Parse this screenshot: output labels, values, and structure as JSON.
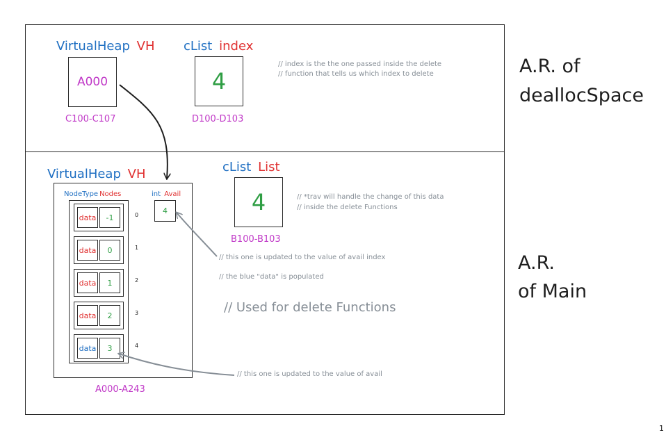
{
  "top": {
    "vh_type": "VirtualHeap",
    "vh_name": "VH",
    "vh_value": "A000",
    "vh_addr": "C100-C107",
    "idx_type": "cList",
    "idx_name": "index",
    "idx_value": "4",
    "idx_addr": "D100-D103",
    "comment_1": "// index is the the one passed inside the delete",
    "comment_2": "// function that tells us which index to delete",
    "ar_line1": "A.R. of",
    "ar_line2": "deallocSpace"
  },
  "main": {
    "vh_type": "VirtualHeap",
    "vh_name": "VH",
    "nodes_type": "NodeType",
    "nodes_name": "Nodes",
    "avail_type": "int",
    "avail_name": "Avail",
    "avail_value": "4",
    "nodes": [
      {
        "data": "data",
        "link": "-1",
        "index": "0",
        "data_color": "#e03131"
      },
      {
        "data": "data",
        "link": "0",
        "index": "1",
        "data_color": "#e03131"
      },
      {
        "data": "data",
        "link": "1",
        "index": "2",
        "data_color": "#e03131"
      },
      {
        "data": "data",
        "link": "2",
        "index": "3",
        "data_color": "#e03131"
      },
      {
        "data": "data",
        "link": "3",
        "index": "4",
        "data_color": "#1f6fc2"
      }
    ],
    "heap_addr": "A000-A243",
    "list_type": "cList",
    "list_name": "List",
    "list_value": "4",
    "list_addr": "B100-B103",
    "comment_trav_1": "// *trav will handle the change of this data",
    "comment_trav_2": "// inside the delete Functions",
    "comment_avail_index": "// this one is updated to the value of avail index",
    "comment_blue_data": "// the blue \"data\" is populated",
    "comment_used_for": "// Used for delete Functions",
    "comment_avail": "// this one is updated to the value of avail",
    "ar_line1": "A.R.",
    "ar_line2": "of Main"
  },
  "corner_mark": "1"
}
